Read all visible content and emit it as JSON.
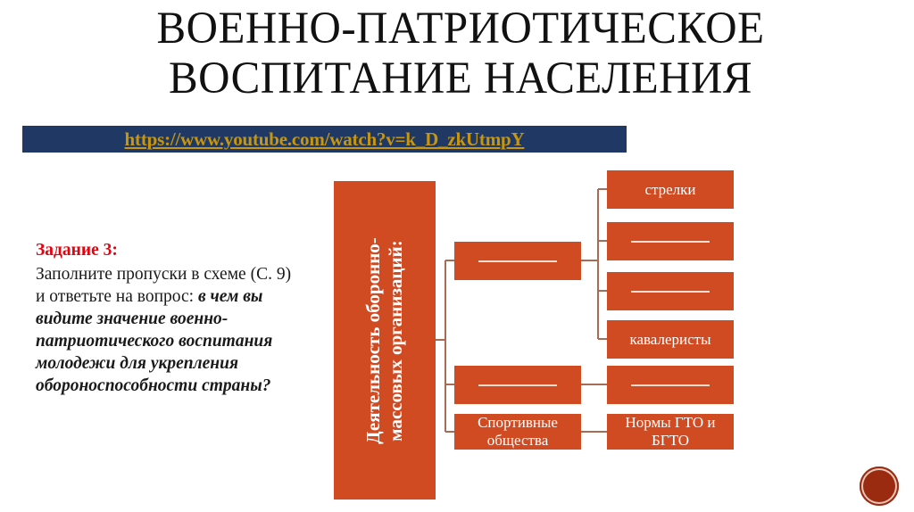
{
  "slide": {
    "title_line_1": "ВОЕННО-ПАТРИОТИЧЕСКОЕ",
    "title_line_2": "ВОСПИТАНИЕ НАСЕЛЕНИЯ",
    "background_color": "#FFFFFF"
  },
  "url_bar": {
    "link_text": "https://www.youtube.com/watch?v=k_D_zkUtmpY",
    "background_color": "#1F3864",
    "link_color": "#C8960C"
  },
  "task": {
    "heading": "Задание 3:",
    "body": "Заполните пропуски в схеме (С. 9) и ответьте на вопрос: ",
    "emphasis": "в чем вы видите значение военно-патриотического воспитания молодежи для укрепления обороноспособности страны?",
    "heading_color": "#E8000D"
  },
  "diagram": {
    "accent_color": "#D04A22",
    "connector_color": "#A96B55",
    "blank_rule_color": "#F6DED2",
    "root": {
      "label_line_1": "Деятельность оборонно-",
      "label_line_2": "массовых организаций:"
    },
    "mid_column": [
      {
        "id": "mid-1",
        "label": "",
        "blank": true
      },
      {
        "id": "mid-2",
        "label": "",
        "blank": true
      },
      {
        "id": "sport",
        "label": "Спортивные общества",
        "blank": false
      }
    ],
    "right_column": [
      {
        "id": "r1",
        "label": "стрелки",
        "blank": false
      },
      {
        "id": "r2",
        "label": "",
        "blank": true
      },
      {
        "id": "r3",
        "label": "",
        "blank": true
      },
      {
        "id": "r4",
        "label": "кавалеристы",
        "blank": false
      },
      {
        "id": "r5",
        "label": "",
        "blank": true
      },
      {
        "id": "gto",
        "label": "Нормы ГТО и БГТО",
        "blank": false
      }
    ]
  },
  "badge": {
    "fill_color": "#9A2A10",
    "ring_color": "#E8C6B8"
  }
}
